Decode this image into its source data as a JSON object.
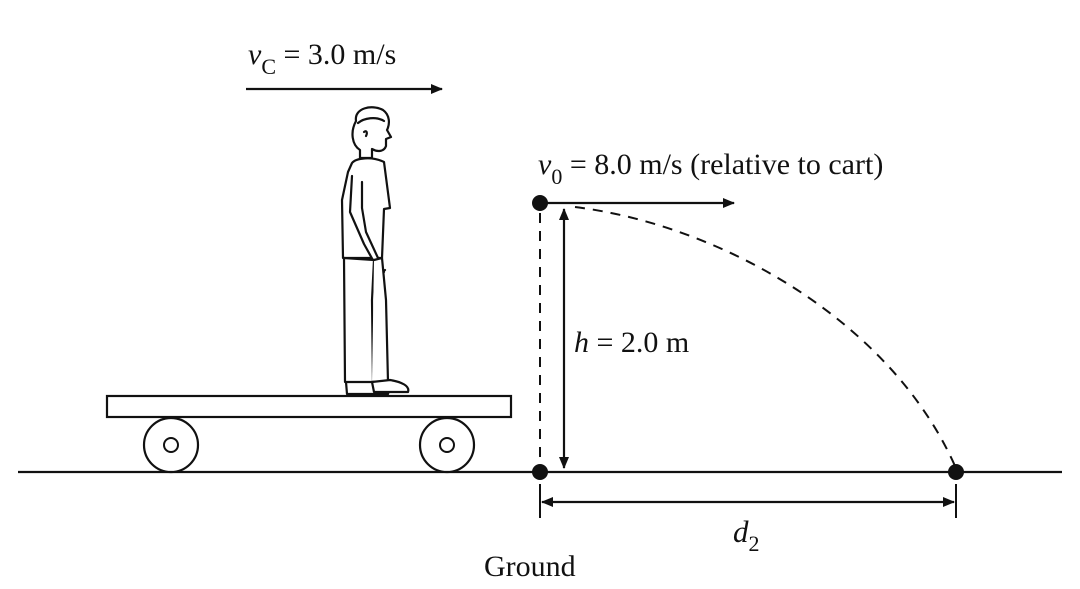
{
  "labels": {
    "cart_velocity_symbol": "v",
    "cart_velocity_subscript": "C",
    "cart_velocity_value": " = 3.0 m/s",
    "launch_velocity_symbol": "v",
    "launch_velocity_subscript": "0",
    "launch_velocity_value": " = 8.0 m/s (relative to cart)",
    "height_symbol": "h",
    "height_value": " = 2.0 m",
    "distance_symbol": "d",
    "distance_subscript": "2",
    "ground": "Ground"
  },
  "icons": {
    "person": "person-icon",
    "cart": "cart-icon",
    "wheel": "wheel-icon"
  },
  "colors": {
    "ink": "#111111",
    "background": "#ffffff"
  }
}
